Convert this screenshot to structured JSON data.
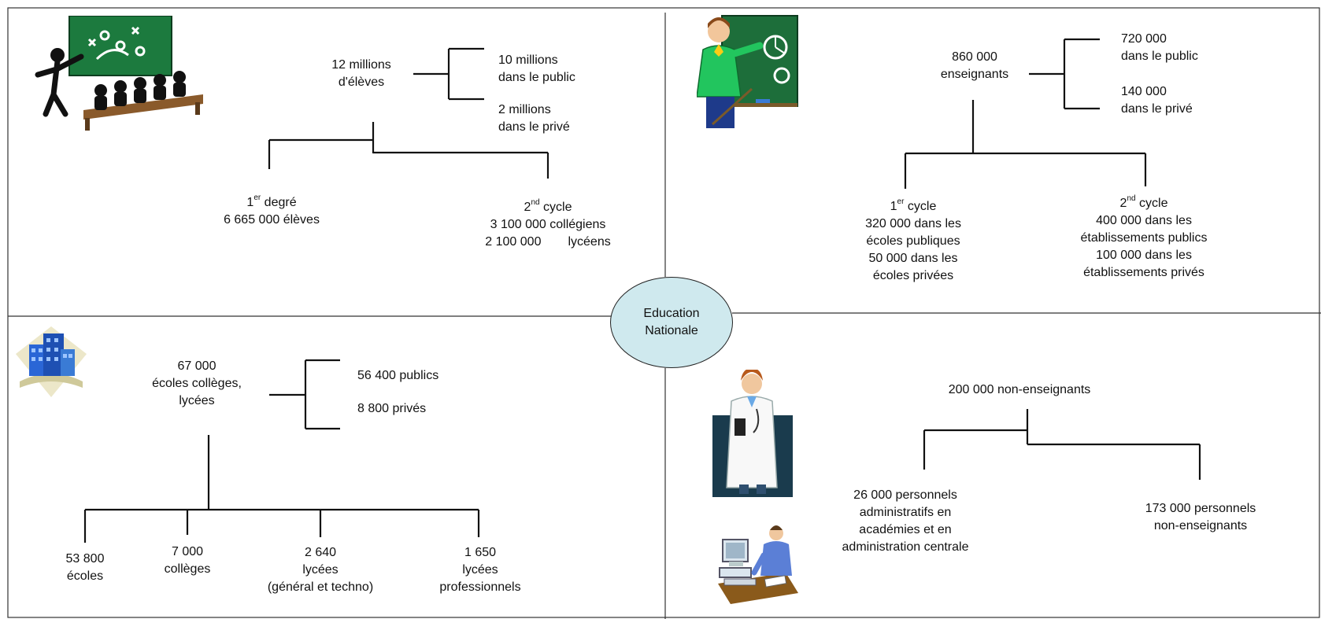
{
  "center": {
    "line1": "Education",
    "line2": "Nationale"
  },
  "eleves": {
    "total": [
      "12 millions",
      "d'élèves"
    ],
    "public": [
      "10 millions",
      "dans le public"
    ],
    "prive": [
      "2 millions",
      "dans le privé"
    ],
    "premier": {
      "num": "1",
      "sup": "er",
      "word": "degré",
      "line2": "6 665 000 élèves"
    },
    "second": {
      "num": "2",
      "sup": "nd",
      "word": "cycle",
      "line2": "3 100 000 collégiens",
      "line3a": "2 100 000",
      "line3b": "lycéens"
    }
  },
  "enseignants": {
    "total": [
      "860 000",
      "enseignants"
    ],
    "public": [
      "720 000",
      "dans le public"
    ],
    "prive": [
      "140 000",
      "dans le privé"
    ],
    "premier": {
      "num": "1",
      "sup": "er",
      "word": "cycle",
      "lines": [
        "320 000 dans les",
        "écoles publiques",
        "50 000 dans les",
        "écoles privées"
      ]
    },
    "second": {
      "num": "2",
      "sup": "nd",
      "word": "cycle",
      "lines": [
        "400 000 dans les",
        "établissements publics",
        "100 000  dans les",
        "établissements privés"
      ]
    }
  },
  "etablissements": {
    "total": [
      "67 000",
      "écoles collèges,",
      "lycées"
    ],
    "publics": "56 400 publics",
    "prives": "8 800 privés",
    "leaves": [
      [
        "53 800",
        "écoles"
      ],
      [
        "7 000",
        "collèges"
      ],
      [
        "2 640",
        "lycées",
        "(général et techno)"
      ],
      [
        "1 650",
        "lycées",
        "professionnels"
      ]
    ]
  },
  "non_enseignants": {
    "total": "200 000 non-enseignants",
    "admin": [
      "26 000 personnels",
      "administratifs en",
      "académies et en",
      "administration centrale"
    ],
    "autres": [
      "173 000 personnels",
      "non-enseignants"
    ]
  },
  "icons": [
    "classroom-clipart-icon",
    "teacher-clipart-icon",
    "buildings-clipart-icon",
    "doctor-clipart-icon",
    "office-worker-clipart-icon"
  ]
}
